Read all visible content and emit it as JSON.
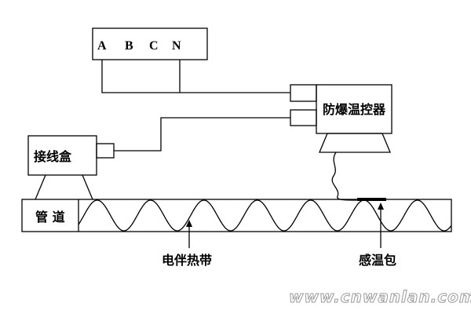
{
  "power_box": {
    "terminals": [
      "A",
      "B",
      "C",
      "N"
    ]
  },
  "controller": {
    "label": "防爆温控器"
  },
  "junction_box": {
    "label": "接线盒"
  },
  "pipe": {
    "label": "管 道"
  },
  "heating_cable": {
    "label": "电伴热带"
  },
  "sensor": {
    "label": "感温包"
  },
  "watermark": {
    "text": "www.cnwanlan.com"
  },
  "colors": {
    "line": "#000000",
    "background": "#ffffff",
    "watermark": "#9a9a9a"
  }
}
